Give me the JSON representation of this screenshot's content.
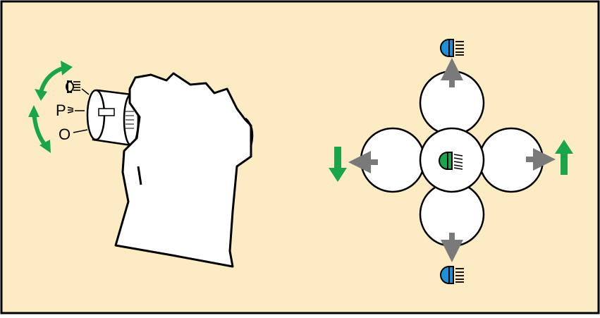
{
  "colors": {
    "background": "#fdecc3",
    "border": "#000000",
    "rotate_arrow": "#1aa54a",
    "move_arrow": "#7a7a7a",
    "direction_arrow": "#1aa54a",
    "beam_high": "#1e90d6",
    "beam_center": "#1aa54a",
    "fill": "#ffffff"
  },
  "switch": {
    "positions": [
      {
        "label": "",
        "icon": "headlight-icon"
      },
      {
        "label": "P",
        "icon": "parking-light-icon"
      },
      {
        "label": "O",
        "icon": "off"
      }
    ]
  },
  "joystick": {
    "center_icon": "headlight-low-beam-icon",
    "top_icon": "headlight-high-beam-icon",
    "bottom_icon": "headlight-high-beam-icon"
  }
}
